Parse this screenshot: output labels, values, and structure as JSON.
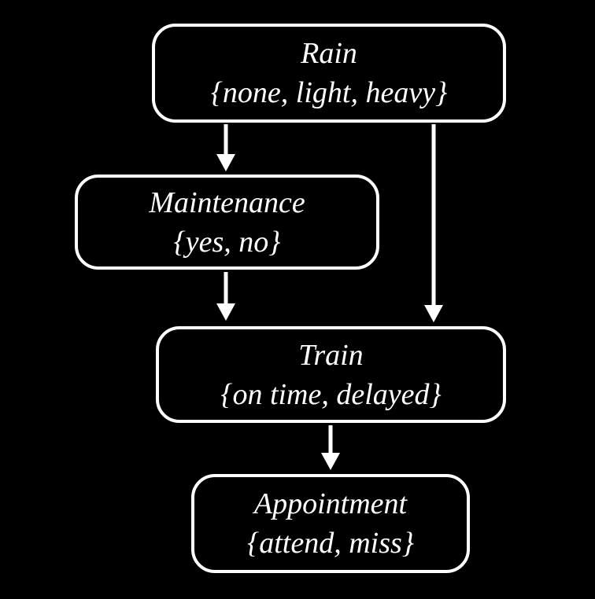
{
  "diagram": {
    "kind": "bayesian-network",
    "colors": {
      "background": "#000000",
      "node_border": "#ffffff",
      "node_fill": "#000000",
      "text": "#ffffff",
      "arrow": "#ffffff"
    },
    "nodes": [
      {
        "id": "rain",
        "name": "Rain",
        "values": "{none, light, heavy}"
      },
      {
        "id": "maintenance",
        "name": "Maintenance",
        "values": "{yes, no}"
      },
      {
        "id": "train",
        "name": "Train",
        "values": "{on time, delayed}"
      },
      {
        "id": "appointment",
        "name": "Appointment",
        "values": "{attend, miss}"
      }
    ],
    "edges": [
      {
        "from": "rain",
        "to": "maintenance"
      },
      {
        "from": "rain",
        "to": "train"
      },
      {
        "from": "maintenance",
        "to": "train"
      },
      {
        "from": "train",
        "to": "appointment"
      }
    ]
  }
}
